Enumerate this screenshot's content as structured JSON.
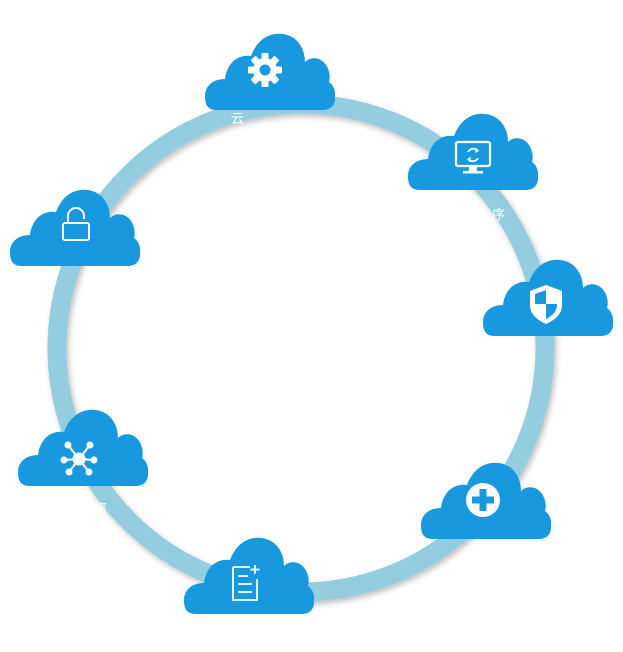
{
  "colors": {
    "ring": "#93cddf",
    "cloud": "#1898de",
    "icon": "#ffffff"
  },
  "nodes": [
    {
      "id": "settings",
      "icon": "gear-icon",
      "label": "云"
    },
    {
      "id": "monitor",
      "icon": "monitor-sync-icon",
      "label": "序"
    },
    {
      "id": "security",
      "icon": "shield-icon",
      "label": ""
    },
    {
      "id": "medical",
      "icon": "plus-circle-icon",
      "label": "二"
    },
    {
      "id": "document",
      "icon": "document-add-icon",
      "label": ""
    },
    {
      "id": "network",
      "icon": "network-icon",
      "label": "资"
    },
    {
      "id": "unlock",
      "icon": "unlock-icon",
      "label": ""
    }
  ]
}
